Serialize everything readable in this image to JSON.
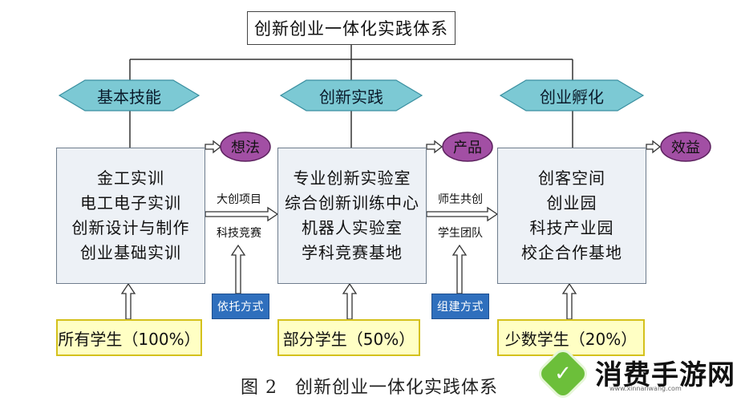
{
  "title": "创新创业一体化实践体系",
  "stages": [
    {
      "category": "基本技能",
      "items": [
        "金工实训",
        "电工电子实训",
        "创新设计与制作",
        "创业基础实训"
      ],
      "students": "所有学生（100%）",
      "outcome": "想法"
    },
    {
      "category": "创新实践",
      "items": [
        "专业创新实验室",
        "综合创新训练中心",
        "机器人实验室",
        "学科竞赛基地"
      ],
      "students": "部分学生（50%）",
      "outcome": "产品"
    },
    {
      "category": "创业孵化",
      "items": [
        "创客空间",
        "创业园",
        "科技产业园",
        "校企合作基地"
      ],
      "students": "少数学生（20%）",
      "outcome": "效益"
    }
  ],
  "links": [
    {
      "top": "大创项目",
      "bottom": "科技竞赛",
      "method": "依托方式"
    },
    {
      "top": "师生共创",
      "bottom": "学生团队",
      "method": "组建方式"
    }
  ],
  "caption": {
    "figure": "图 2",
    "text": "创新创业一体化实践体系"
  },
  "watermark": {
    "name": "消费手游网",
    "url": "www.xinnanwang.com"
  },
  "colors": {
    "hexagon": "#7cc9d4",
    "oval": "#a24fa4",
    "stage_box": "#edf1f6",
    "method_box": "#2f6fbd",
    "student_box": "#ffffc4"
  }
}
